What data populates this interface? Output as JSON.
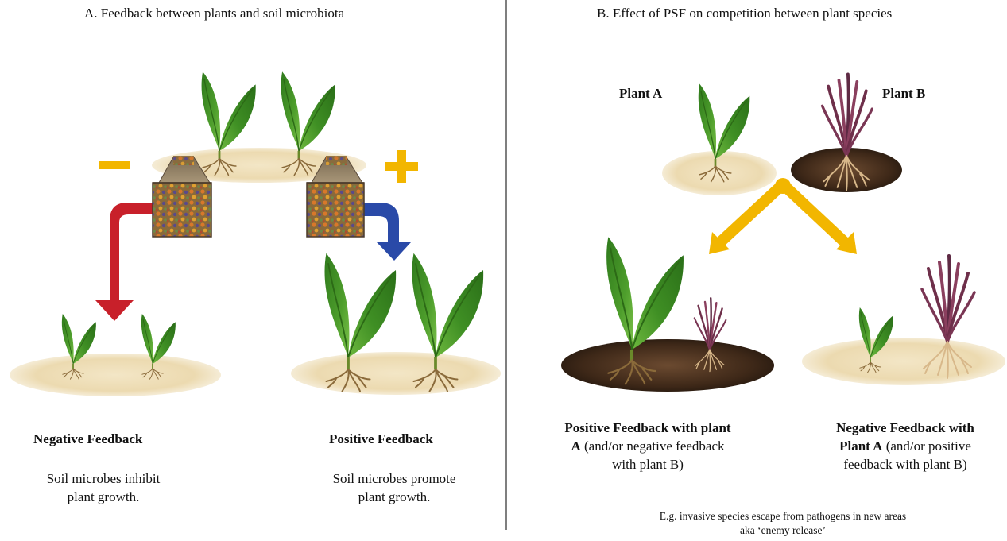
{
  "panel_a": {
    "title": "A. Feedback between plants and soil microbiota",
    "minus_symbol": "−",
    "plus_symbol": "+",
    "negative": {
      "heading": "Negative Feedback",
      "desc_line1": "Soil microbes inhibit",
      "desc_line2": "plant growth."
    },
    "positive": {
      "heading": "Positive Feedback",
      "desc_line1": "Soil microbes promote",
      "desc_line2": "plant growth."
    }
  },
  "panel_b": {
    "title": "B. Effect of PSF on competition between plant species",
    "plant_a_label": "Plant A",
    "plant_b_label": "Plant B",
    "left_outcome": {
      "line1_bold": "Positive Feedback with plant",
      "line2_bold": "A",
      "line2_rest": " (and/or negative feedback",
      "line3": "with plant B)"
    },
    "right_outcome": {
      "line1_bold": "Negative Feedback with",
      "line2_bold": "Plant A",
      "line2_rest": " (and/or positive",
      "line3": "feedback with plant B)"
    },
    "footnote_line1": "E.g. invasive species escape from pathogens in new areas",
    "footnote_line2": "aka ‘enemy release’"
  },
  "colors": {
    "sand": "#eedcb4",
    "dark_soil": "#4a3020",
    "leaf_green": "#4d9a2a",
    "grass_purple": "#7a3a5a",
    "red_arrow": "#c8202a",
    "blue_arrow": "#2a4aa8",
    "yellow": "#f2b600",
    "divider": "#555555"
  }
}
